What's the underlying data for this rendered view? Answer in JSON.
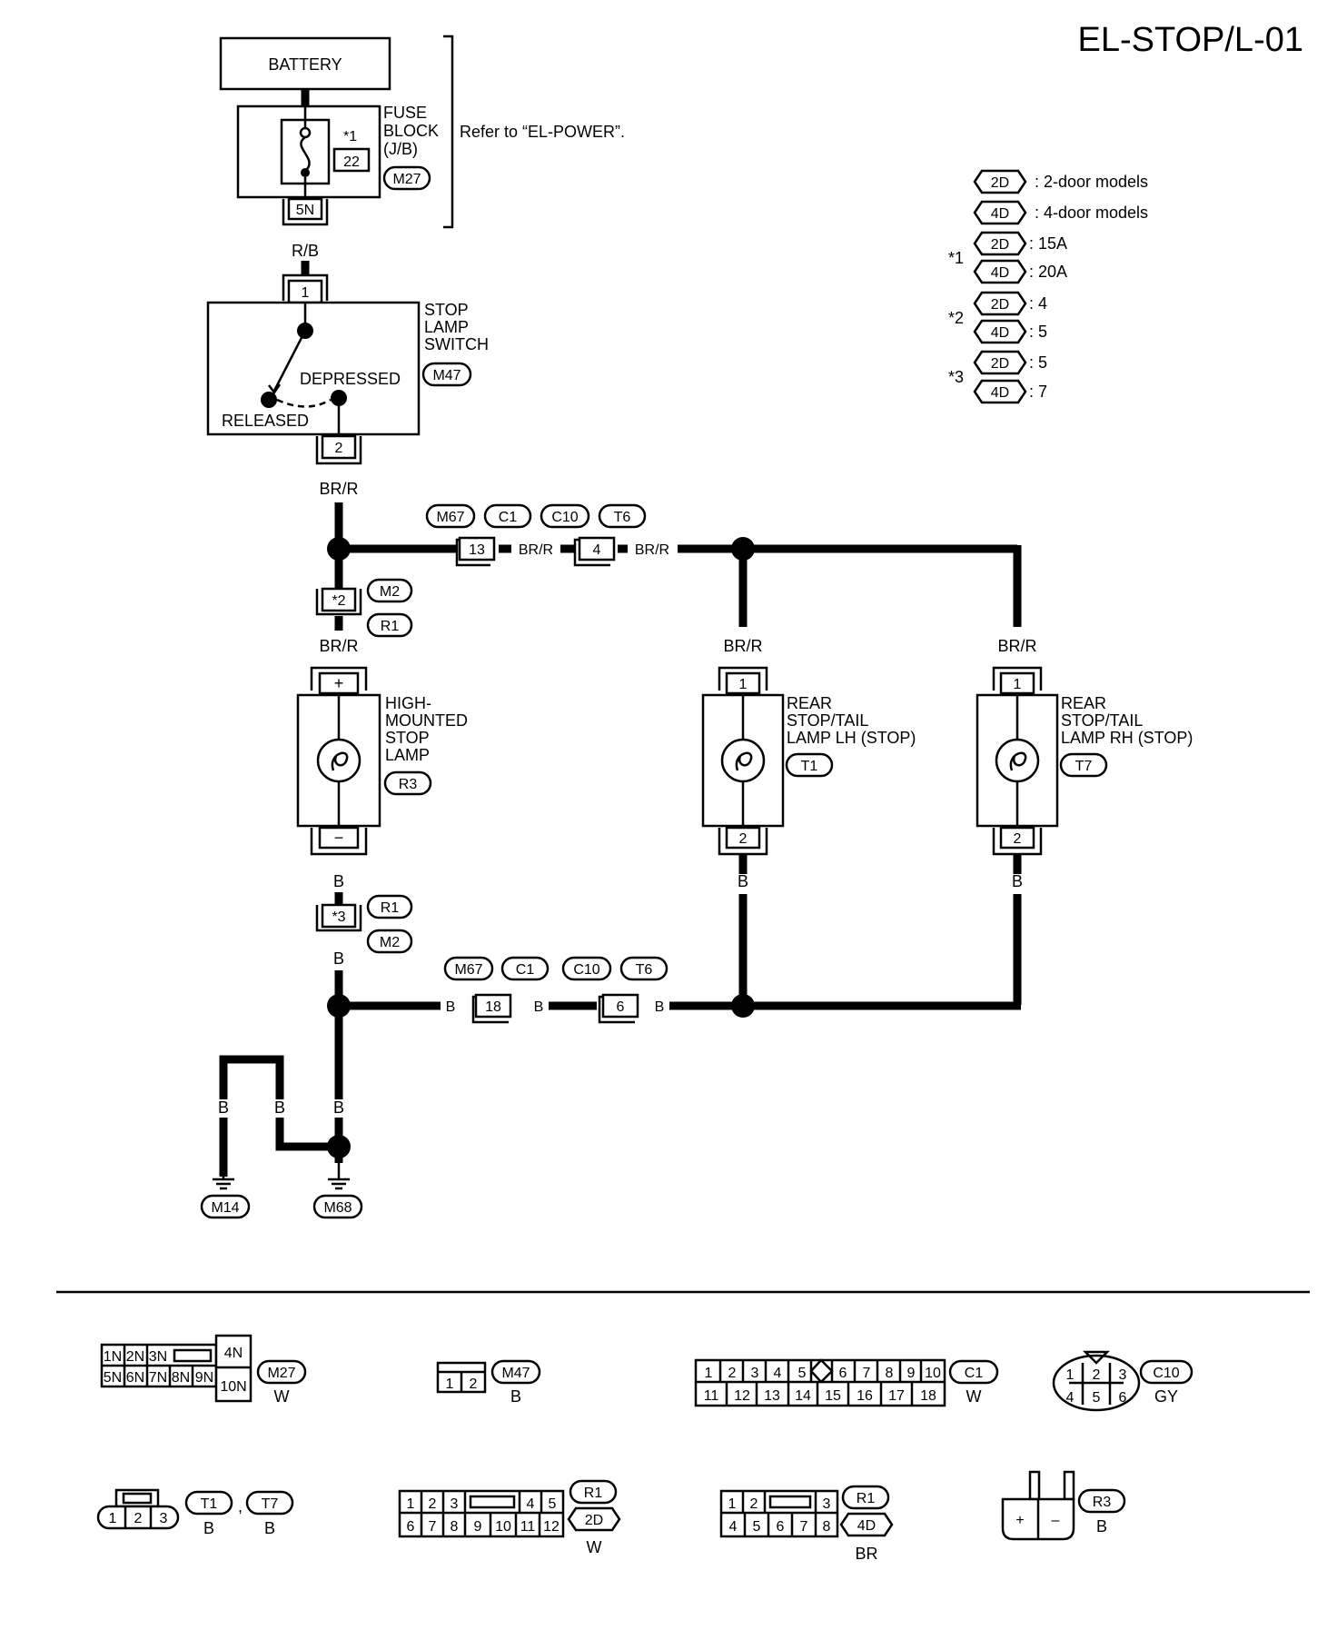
{
  "title": "EL-STOP/L-01",
  "battery": "BATTERY",
  "fuse_block": {
    "label_lines": [
      "FUSE",
      "BLOCK",
      "(J/B)"
    ],
    "note": "*1",
    "amp": "22",
    "connector": "M27",
    "terminal": "5N",
    "refer": "Refer to “EL-POWER”."
  },
  "legend": {
    "rows": [
      {
        "tag": "2D",
        "text": ": 2-door models"
      },
      {
        "tag": "4D",
        "text": ": 4-door models"
      }
    ],
    "notes": [
      {
        "mark": "*1",
        "items": [
          {
            "tag": "2D",
            "text": ": 15A"
          },
          {
            "tag": "4D",
            "text": ": 20A"
          }
        ]
      },
      {
        "mark": "*2",
        "items": [
          {
            "tag": "2D",
            "text": ": 4"
          },
          {
            "tag": "4D",
            "text": ": 5"
          }
        ]
      },
      {
        "mark": "*3",
        "items": [
          {
            "tag": "2D",
            "text": ": 5"
          },
          {
            "tag": "4D",
            "text": ": 7"
          }
        ]
      }
    ]
  },
  "stop_switch": {
    "label_lines": [
      "STOP",
      "LAMP",
      "SWITCH"
    ],
    "connector": "M47",
    "terminal_in": "1",
    "terminal_out": "2",
    "depressed": "DEPRESSED",
    "released": "RELEASED"
  },
  "wires": {
    "rb": "R/B",
    "brr": "BR/R",
    "b": "B"
  },
  "joint_top": {
    "conn_a": "M67",
    "conn_b": "C1",
    "conn_c": "C10",
    "conn_d": "T6",
    "pin_a": "13",
    "pin_b": "4"
  },
  "joint_mid": {
    "pin": "*2",
    "conn_a": "M2",
    "conn_b": "R1"
  },
  "joint_low": {
    "pin": "*3",
    "conn_a": "R1",
    "conn_b": "M2"
  },
  "joint_bottom": {
    "conn_a": "M67",
    "conn_b": "C1",
    "conn_c": "C10",
    "conn_d": "T6",
    "pin_a": "18",
    "pin_b": "6"
  },
  "hmsl": {
    "label_lines": [
      "HIGH-",
      "MOUNTED",
      "STOP",
      "LAMP"
    ],
    "connector": "R3",
    "plus": "+",
    "minus": "−"
  },
  "lamp_lh": {
    "label_lines": [
      "REAR",
      "STOP/TAIL",
      "LAMP LH (STOP)"
    ],
    "connector": "T1",
    "pin_in": "1",
    "pin_out": "2"
  },
  "lamp_rh": {
    "label_lines": [
      "REAR",
      "STOP/TAIL",
      "LAMP RH (STOP)"
    ],
    "connector": "T7",
    "pin_in": "1",
    "pin_out": "2"
  },
  "grounds": {
    "left": "M14",
    "right": "M68"
  },
  "connector_views": {
    "m27": {
      "code": "M27",
      "color": "W",
      "row1": [
        "1N",
        "2N",
        "3N",
        "",
        "4N"
      ],
      "row2": [
        "5N",
        "6N",
        "7N",
        "8N",
        "9N",
        "10N"
      ]
    },
    "m47": {
      "code": "M47",
      "color": "B",
      "pins": [
        "1",
        "2"
      ]
    },
    "c1": {
      "code": "C1",
      "color": "W",
      "row1": [
        "1",
        "2",
        "3",
        "4",
        "5",
        "6",
        "7",
        "8",
        "9",
        "10"
      ],
      "row2": [
        "11",
        "12",
        "13",
        "14",
        "15",
        "16",
        "17",
        "18"
      ]
    },
    "c10": {
      "code": "C10",
      "color": "GY",
      "row1": [
        "1",
        "2",
        "3"
      ],
      "row2": [
        "4",
        "5",
        "6"
      ]
    },
    "t1t7": {
      "code_a": "T1",
      "code_b": "T7",
      "color": "B",
      "sep": ",",
      "pins": [
        "1",
        "2",
        "3"
      ]
    },
    "r1_2d": {
      "code": "R1",
      "tag": "2D",
      "color": "W",
      "row1": [
        "1",
        "2",
        "3",
        "4",
        "5"
      ],
      "row2": [
        "6",
        "7",
        "8",
        "9",
        "10",
        "11",
        "12"
      ]
    },
    "r1_4d": {
      "code": "R1",
      "tag": "4D",
      "color": "BR",
      "row1": [
        "1",
        "2",
        "3"
      ],
      "row2": [
        "4",
        "5",
        "6",
        "7",
        "8"
      ]
    },
    "r3": {
      "code": "R3",
      "color": "B",
      "plus": "+",
      "minus": "–"
    }
  }
}
